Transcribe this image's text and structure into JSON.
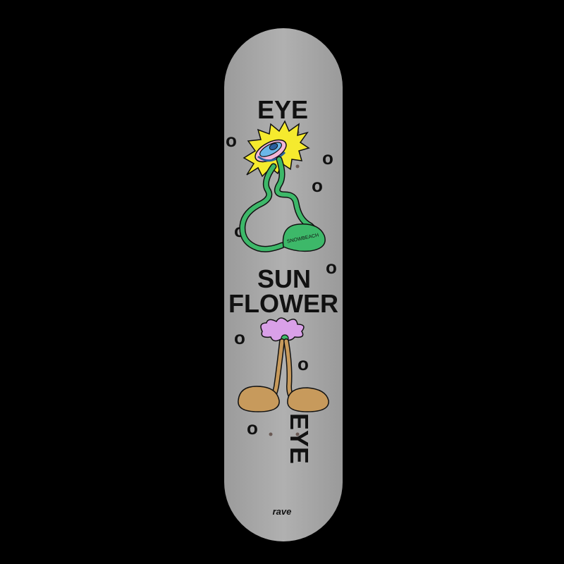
{
  "deck": {
    "color": "#a9a9a9",
    "top_word": "EYE",
    "middle_line_1": "SUN",
    "middle_line_2": "FLOWER",
    "bottom_word": "EYE",
    "brand": "rave",
    "bubble_letter": "o",
    "artist_signature": "SNOWBEACH"
  },
  "artwork": {
    "top_flower": {
      "petal_color": "#f5ea2e",
      "eye_color": "#6bb7e8",
      "stem_color": "#3db869"
    },
    "bottom_flower": {
      "petal_color": "#d9a0e8",
      "stem_color": "#c79a5c"
    }
  }
}
